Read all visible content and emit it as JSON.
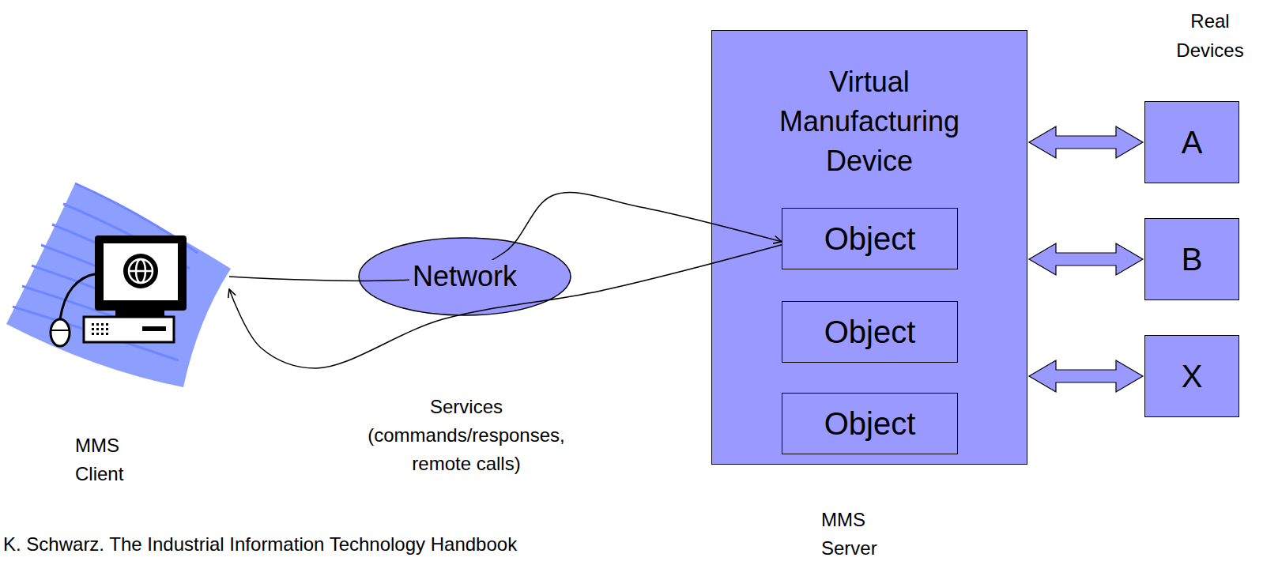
{
  "diagram": {
    "nodes": [
      {
        "text": [
          "MMS Client"
        ]
      },
      {
        "text": [
          "Network"
        ]
      },
      {
        "text": [
          "Virtual Manufacturing Device",
          "MMS Server"
        ]
      },
      {
        "text": [
          "Object"
        ],
        "in": 2
      },
      {
        "text": [
          "Object"
        ],
        "in": 2
      },
      {
        "text": [
          "Object"
        ],
        "in": 2
      },
      {
        "text": [
          "A"
        ]
      },
      {
        "text": [
          "B"
        ]
      },
      {
        "text": [
          "X"
        ]
      }
    ],
    "edges": [
      {
        "from": 0,
        "to": 3,
        "arrow": "to"
      },
      {
        "from": 3,
        "to": 0,
        "arrow": "to"
      },
      {
        "from": 2,
        "to": 6,
        "arrow": "both"
      },
      {
        "from": 2,
        "to": 7,
        "arrow": "both"
      },
      {
        "from": 2,
        "to": 8,
        "arrow": "both"
      }
    ],
    "labels": [
      "Real Devices",
      "Services (commands/responses, remote calls)",
      "K. Schwarz. The Industrial Information Technology Handbook"
    ]
  }
}
